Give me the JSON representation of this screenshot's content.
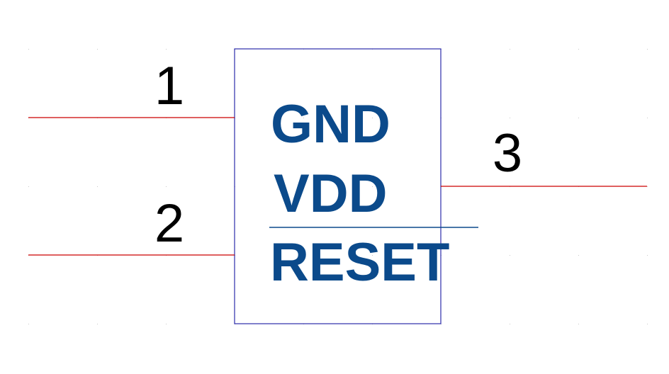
{
  "component": {
    "pins": [
      {
        "number": "1",
        "name": "GND"
      },
      {
        "number": "2",
        "name": "VDD"
      },
      {
        "number": "3",
        "name": "RESET",
        "overbar": true
      }
    ]
  },
  "colors": {
    "body_outline": "#2b2baa",
    "pin_line": "#cc0000",
    "pin_name": "#0b4a8b",
    "pin_number": "#000000",
    "overbar": "#0b4a8b",
    "grid_dot": "#c8c8c8"
  },
  "grid": {
    "visible": true
  }
}
